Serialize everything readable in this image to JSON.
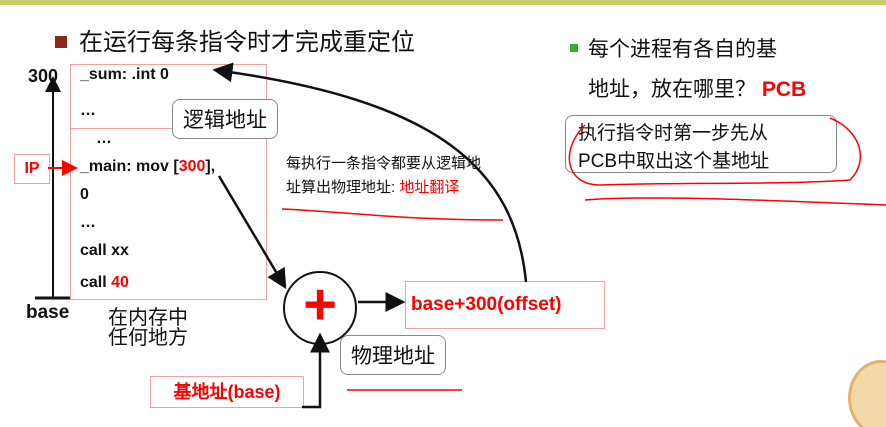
{
  "title": "在运行每条指令时才完成重定位",
  "right_panel": {
    "bullet_line1": "每个进程有各自的基",
    "bullet_line2": "地址，放在哪里？",
    "pcb_highlight": "PCB",
    "callout_line1": "执行指令时第一步先从",
    "callout_line2": "PCB中取出这个基地址"
  },
  "memory": {
    "top_address": "300",
    "base_label": "base",
    "ip_label": "IP",
    "lines": [
      "_sum:  .int  0",
      "…",
      "…",
      "_main: mov [",
      "300",
      "],",
      "0",
      "…",
      "call xx",
      "call ",
      "40"
    ],
    "caption_line1": "在内存中",
    "caption_line2": "任何地方"
  },
  "logical_address_label": "逻辑地址",
  "explanation_line1": "每执行一条指令都要从逻辑地",
  "explanation_line2": "址算出物理地址: ",
  "explanation_highlight": "地址翻译",
  "adder_symbol": "+",
  "result_box": "base+300(offset)",
  "physical_address_label": "物理地址",
  "base_register_label": "基地址(base)",
  "colors": {
    "accent": "#ff0000",
    "bullet": "#8b2a1a",
    "green_bullet": "#2cb52c"
  }
}
